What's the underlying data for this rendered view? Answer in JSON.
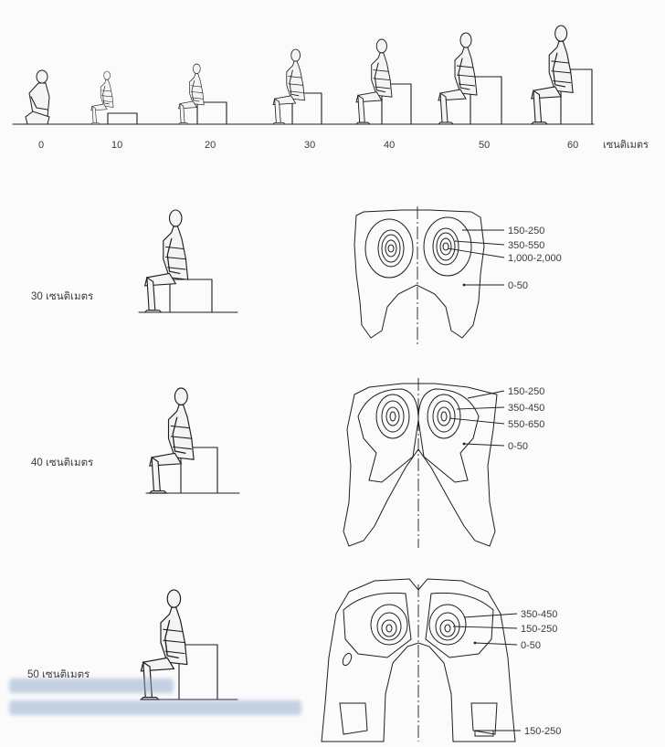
{
  "height_row": {
    "ticks": [
      "0",
      "10",
      "20",
      "30",
      "40",
      "50",
      "60"
    ],
    "unit": "เซนติเมตร"
  },
  "panels": [
    {
      "seat_label": "30 เซนติเมตร",
      "zones": [
        "150-250",
        "350-550",
        "1,000-2,000",
        "0-50"
      ]
    },
    {
      "seat_label": "40 เซนติเมตร",
      "zones": [
        "150-250",
        "350-450",
        "550-650",
        "0-50"
      ]
    },
    {
      "seat_label": "50 เซนติเมตร",
      "zones": [
        "350-450",
        "150-250",
        "0-50",
        "150-250"
      ]
    }
  ],
  "colors": {
    "ink": "#1e1e1e",
    "paper": "#fbfbfb",
    "blurred_caption": "#8aa6c9"
  }
}
